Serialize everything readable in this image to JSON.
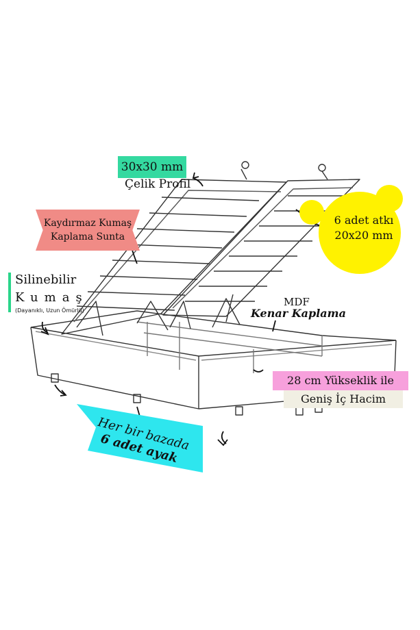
{
  "labels": {
    "profile_size": "30x30 mm",
    "steel_profile": "Çelik Profil",
    "fabric_board_line1": "Kaydırmaz Kumaş",
    "fabric_board_line2": "Kaplama Sunta",
    "slats_line1": "6 adet atkı",
    "slats_line2": "20x20 mm",
    "washable": "Silinebilir",
    "fabric": "Kumaş",
    "durable": "(Dayanıklı, Uzun Ömürlü)",
    "mdf": "MDF",
    "edge_cover": "Kenar Kaplama",
    "height": "28 cm Yükseklik ile",
    "volume": "Geniş İç Hacim",
    "feet_line1": "Her bir bazada",
    "feet_line2": "6 adet ayak"
  },
  "colors": {
    "green": "#34d9a0",
    "salmon": "#f08b86",
    "yellow": "#fff200",
    "pink": "#f7a0dc",
    "cream": "#f1efe3",
    "cyan": "#2ee6ee"
  }
}
